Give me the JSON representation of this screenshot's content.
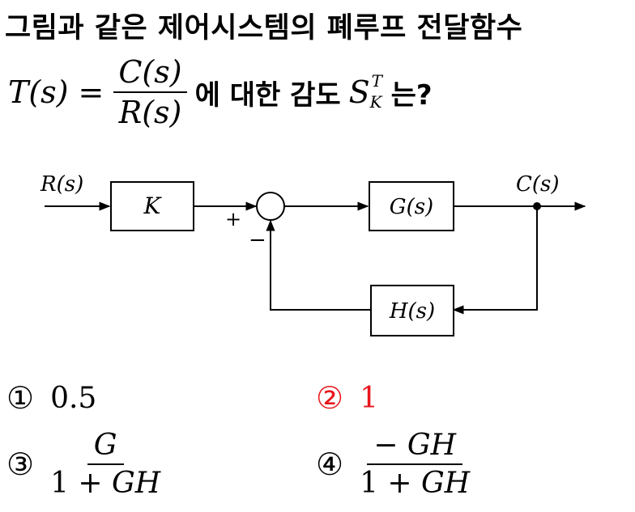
{
  "question": {
    "title": "그림과 같은 제어시스템의 폐루프 전달함수",
    "formula": {
      "lhs": "T(s)",
      "equals": "=",
      "numerator": "C(s)",
      "denominator": "R(s)",
      "text_mid": "에 대한 감도",
      "sens_symbol": "S",
      "sens_sup": "T",
      "sens_sub": "K",
      "text_end": "는?"
    }
  },
  "diagram": {
    "input_label": "R(s)",
    "output_label": "C(s)",
    "block_k": "K",
    "block_g": "G(s)",
    "block_h": "H(s)",
    "plus_sign": "+",
    "minus_sign": "−"
  },
  "options": [
    {
      "marker": "①",
      "value": "0.5",
      "correct": false
    },
    {
      "marker": "②",
      "value": "1",
      "correct": true,
      "color": "#e8161b"
    },
    {
      "marker": "③",
      "numerator": "G",
      "denominator_plain": "1 + ",
      "denominator_italic": "GH",
      "correct": false
    },
    {
      "marker": "④",
      "numerator": "− GH",
      "denominator_plain": "1 + ",
      "denominator_italic": "GH",
      "correct": false
    }
  ]
}
